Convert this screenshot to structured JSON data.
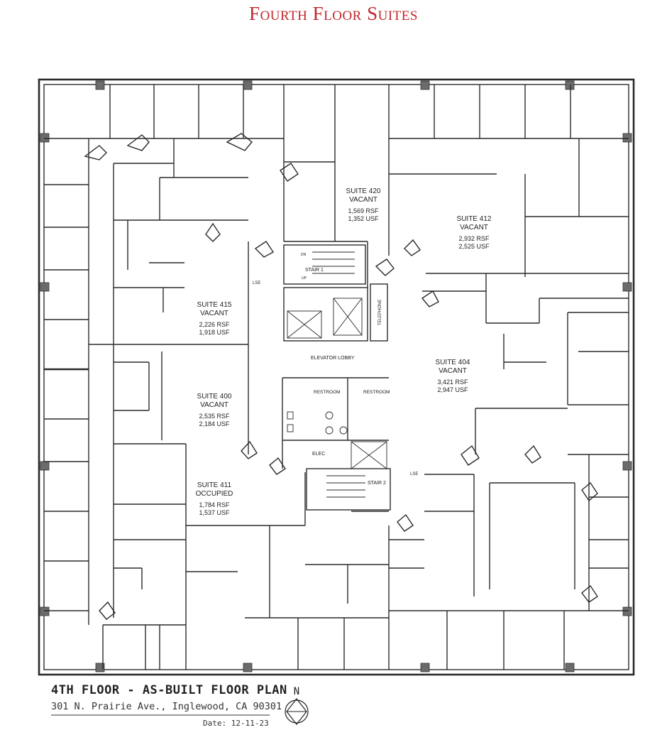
{
  "title": "Fourth Floor Suites",
  "rooms": {
    "suite_420": {
      "name": "SUITE 420",
      "status": "VACANT",
      "rsf": "1,569 RSF",
      "usf": "1,352 USF"
    },
    "suite_412": {
      "name": "SUITE 412",
      "status": "VACANT",
      "rsf": "2,932 RSF",
      "usf": "2,525 USF"
    },
    "suite_415": {
      "name": "SUITE 415",
      "status": "VACANT",
      "rsf": "2,226 RSF",
      "usf": "1,918 USF"
    },
    "suite_404": {
      "name": "SUITE 404",
      "status": "VACANT",
      "rsf": "3,421 RSF",
      "usf": "2,947 USF"
    },
    "suite_400": {
      "name": "SUITE 400",
      "status": "VACANT",
      "rsf": "2,535 RSF",
      "usf": "2,184 USF"
    },
    "suite_411": {
      "name": "SUITE 411",
      "status": "OCCUPIED",
      "rsf": "1,784 RSF",
      "usf": "1,537 USF"
    }
  },
  "labels": {
    "stair_1": "STAIR 1",
    "stair_2": "STAIR 2",
    "elevator_lobby": "ELEVATOR LOBBY",
    "telephone": "TELEPHONE",
    "restroom_left": "RESTROOM",
    "restroom_right": "RESTROOM",
    "elec": "ELEC",
    "lse_left": "LSE",
    "lse_right": "LSE",
    "dn": "DN",
    "up": "UP"
  },
  "footer": {
    "plan_title": "4TH FLOOR - AS-BUILT FLOOR PLAN",
    "address": "301 N. Prairie Ave., Inglewood, CA 90301",
    "date": "Date: 12-11-23",
    "north": "N"
  }
}
